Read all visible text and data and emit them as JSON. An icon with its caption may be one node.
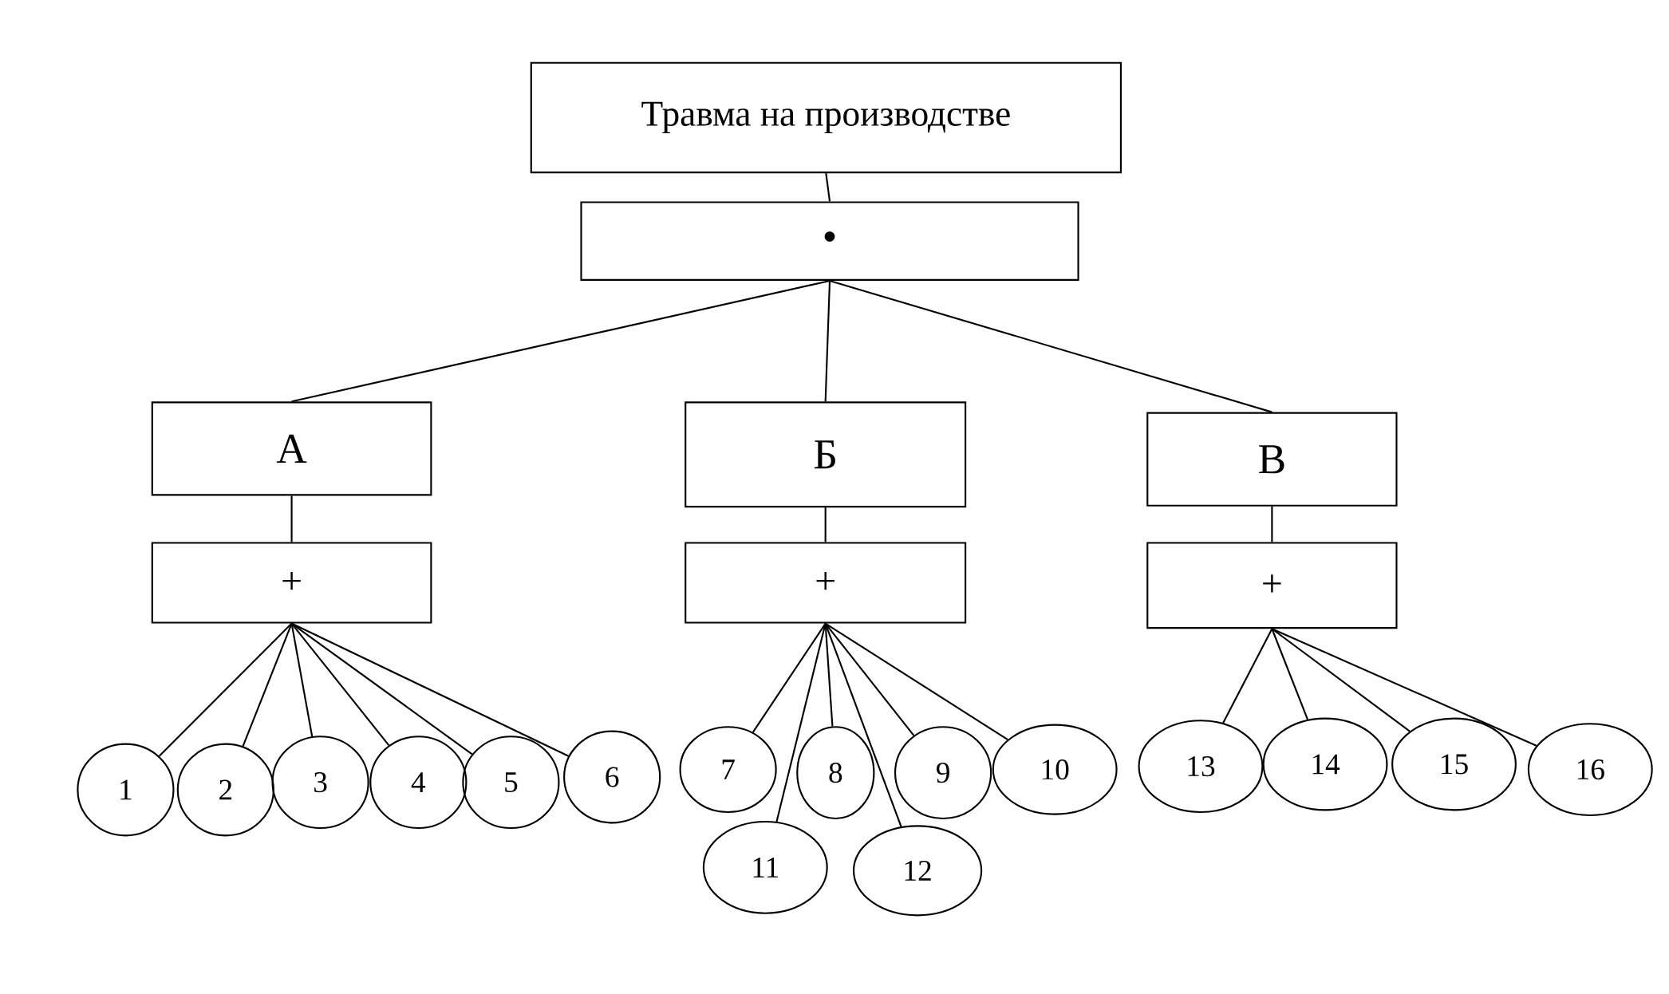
{
  "diagram": {
    "nodes": [
      {
        "text": [
          "Травма на производстве"
        ]
      },
      {
        "text": [
          "•"
        ]
      },
      {
        "text": [
          "А"
        ]
      },
      {
        "text": [
          "Б"
        ]
      },
      {
        "text": [
          "В"
        ]
      },
      {
        "text": [
          "+"
        ]
      },
      {
        "text": [
          "+"
        ]
      },
      {
        "text": [
          "+"
        ]
      },
      {
        "text": [
          "1"
        ]
      },
      {
        "text": [
          "2"
        ]
      },
      {
        "text": [
          "3"
        ]
      },
      {
        "text": [
          "4"
        ]
      },
      {
        "text": [
          "5"
        ]
      },
      {
        "text": [
          "6"
        ]
      },
      {
        "text": [
          "7"
        ]
      },
      {
        "text": [
          "8"
        ]
      },
      {
        "text": [
          "9"
        ]
      },
      {
        "text": [
          "10"
        ]
      },
      {
        "text": [
          "11"
        ]
      },
      {
        "text": [
          "12"
        ]
      },
      {
        "text": [
          "13"
        ]
      },
      {
        "text": [
          "14"
        ]
      },
      {
        "text": [
          "15"
        ]
      },
      {
        "text": [
          "16"
        ]
      }
    ],
    "edges": [
      {
        "from": 0,
        "to": 1,
        "arrow": "none"
      },
      {
        "from": 1,
        "to": 2,
        "arrow": "none"
      },
      {
        "from": 1,
        "to": 3,
        "arrow": "none"
      },
      {
        "from": 1,
        "to": 4,
        "arrow": "none"
      },
      {
        "from": 2,
        "to": 5,
        "arrow": "none"
      },
      {
        "from": 3,
        "to": 6,
        "arrow": "none"
      },
      {
        "from": 4,
        "to": 7,
        "arrow": "none"
      },
      {
        "from": 5,
        "to": 8,
        "arrow": "none"
      },
      {
        "from": 5,
        "to": 9,
        "arrow": "none"
      },
      {
        "from": 5,
        "to": 10,
        "arrow": "none"
      },
      {
        "from": 5,
        "to": 11,
        "arrow": "none"
      },
      {
        "from": 5,
        "to": 12,
        "arrow": "none"
      },
      {
        "from": 5,
        "to": 13,
        "arrow": "none"
      },
      {
        "from": 6,
        "to": 14,
        "arrow": "none"
      },
      {
        "from": 6,
        "to": 15,
        "arrow": "none"
      },
      {
        "from": 6,
        "to": 16,
        "arrow": "none"
      },
      {
        "from": 6,
        "to": 17,
        "arrow": "none"
      },
      {
        "from": 6,
        "to": 18,
        "arrow": "none"
      },
      {
        "from": 6,
        "to": 19,
        "arrow": "none"
      },
      {
        "from": 7,
        "to": 20,
        "arrow": "none"
      },
      {
        "from": 7,
        "to": 21,
        "arrow": "none"
      },
      {
        "from": 7,
        "to": 22,
        "arrow": "none"
      },
      {
        "from": 7,
        "to": 23,
        "arrow": "none"
      }
    ]
  }
}
